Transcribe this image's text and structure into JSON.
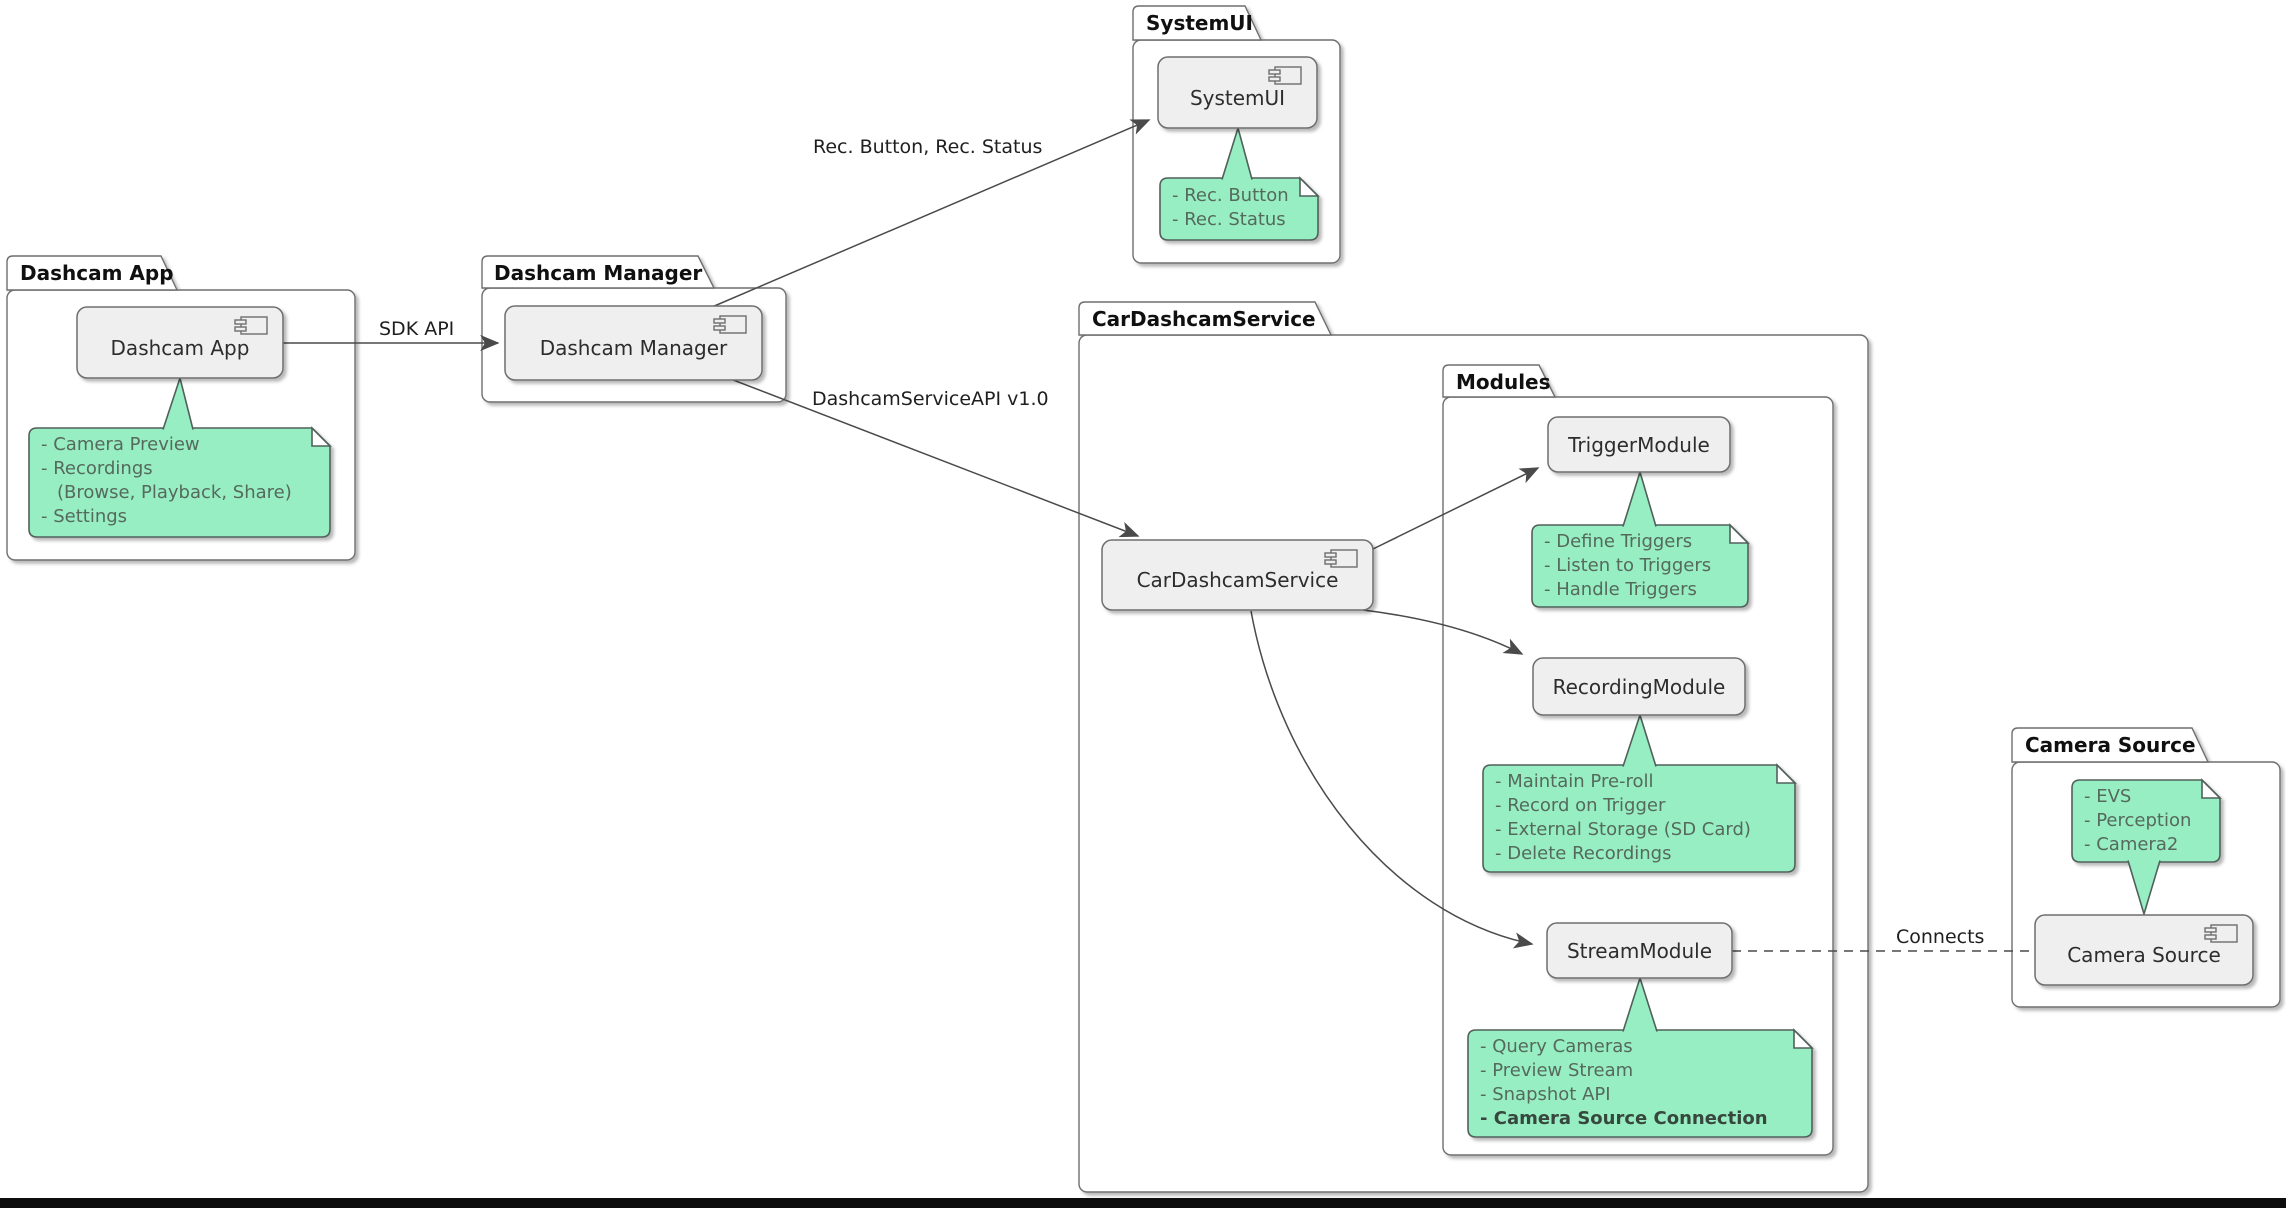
{
  "diagram_type": "uml-component-diagram",
  "colors": {
    "background": "#ffffff",
    "package_fill": "#ffffff",
    "package_border": "#6e6e6e",
    "component_fill": "#efefef",
    "component_border": "#6e6e6e",
    "note_fill": "#97eec2",
    "note_border": "#51605a",
    "note_text": "#55695d",
    "note_text_bold": "#37473e",
    "edge_color": "#4a4a4a",
    "label_color": "#1f1f1f",
    "title_color": "#101010",
    "bottom_bar": "#0d0d0d"
  },
  "packages": [
    {
      "title": "Dashcam App"
    },
    {
      "title": "Dashcam Manager"
    },
    {
      "title": "SystemUI"
    },
    {
      "title": "CarDashcamService"
    },
    {
      "title": "Modules"
    },
    {
      "title": "Camera Source"
    }
  ],
  "components": [
    {
      "name": "Dashcam App"
    },
    {
      "name": "Dashcam Manager"
    },
    {
      "name": "SystemUI"
    },
    {
      "name": "CarDashcamService"
    },
    {
      "name": "TriggerModule"
    },
    {
      "name": "RecordingModule"
    },
    {
      "name": "StreamModule"
    },
    {
      "name": "Camera Source"
    }
  ],
  "notes": [
    {
      "target": "Dashcam App",
      "lines": [
        "- Camera Preview",
        "- Recordings",
        "(Browse, Playback, Share)",
        "- Settings"
      ]
    },
    {
      "target": "SystemUI",
      "lines": [
        "- Rec. Button",
        "- Rec. Status"
      ]
    },
    {
      "target": "TriggerModule",
      "lines": [
        "- Define Triggers",
        "- Listen to Triggers",
        "- Handle Triggers"
      ]
    },
    {
      "target": "RecordingModule",
      "lines": [
        "- Maintain Pre-roll",
        "- Record on Trigger",
        "- External Storage (SD Card)",
        "- Delete Recordings"
      ]
    },
    {
      "target": "StreamModule",
      "lines": [
        "- Query Cameras",
        "- Preview Stream",
        "- Snapshot API",
        "- Camera Source Connection"
      ]
    },
    {
      "target": "Camera Source",
      "lines": [
        "- EVS",
        "- Perception",
        "- Camera2"
      ]
    }
  ],
  "edges": [
    {
      "from": "Dashcam App",
      "to": "Dashcam Manager",
      "label": "SDK API",
      "style": "solid-arrow"
    },
    {
      "from": "Dashcam Manager",
      "to": "SystemUI",
      "label": "Rec. Button, Rec. Status",
      "style": "solid-arrow"
    },
    {
      "from": "Dashcam Manager",
      "to": "CarDashcamService",
      "label": "DashcamServiceAPI v1.0",
      "style": "solid-arrow"
    },
    {
      "from": "CarDashcamService",
      "to": "TriggerModule",
      "label": "",
      "style": "solid-arrow"
    },
    {
      "from": "CarDashcamService",
      "to": "RecordingModule",
      "label": "",
      "style": "solid-arrow"
    },
    {
      "from": "CarDashcamService",
      "to": "StreamModule",
      "label": "",
      "style": "solid-arrow"
    },
    {
      "from": "StreamModule",
      "to": "Camera Source",
      "label": "Connects",
      "style": "dashed-line"
    }
  ]
}
